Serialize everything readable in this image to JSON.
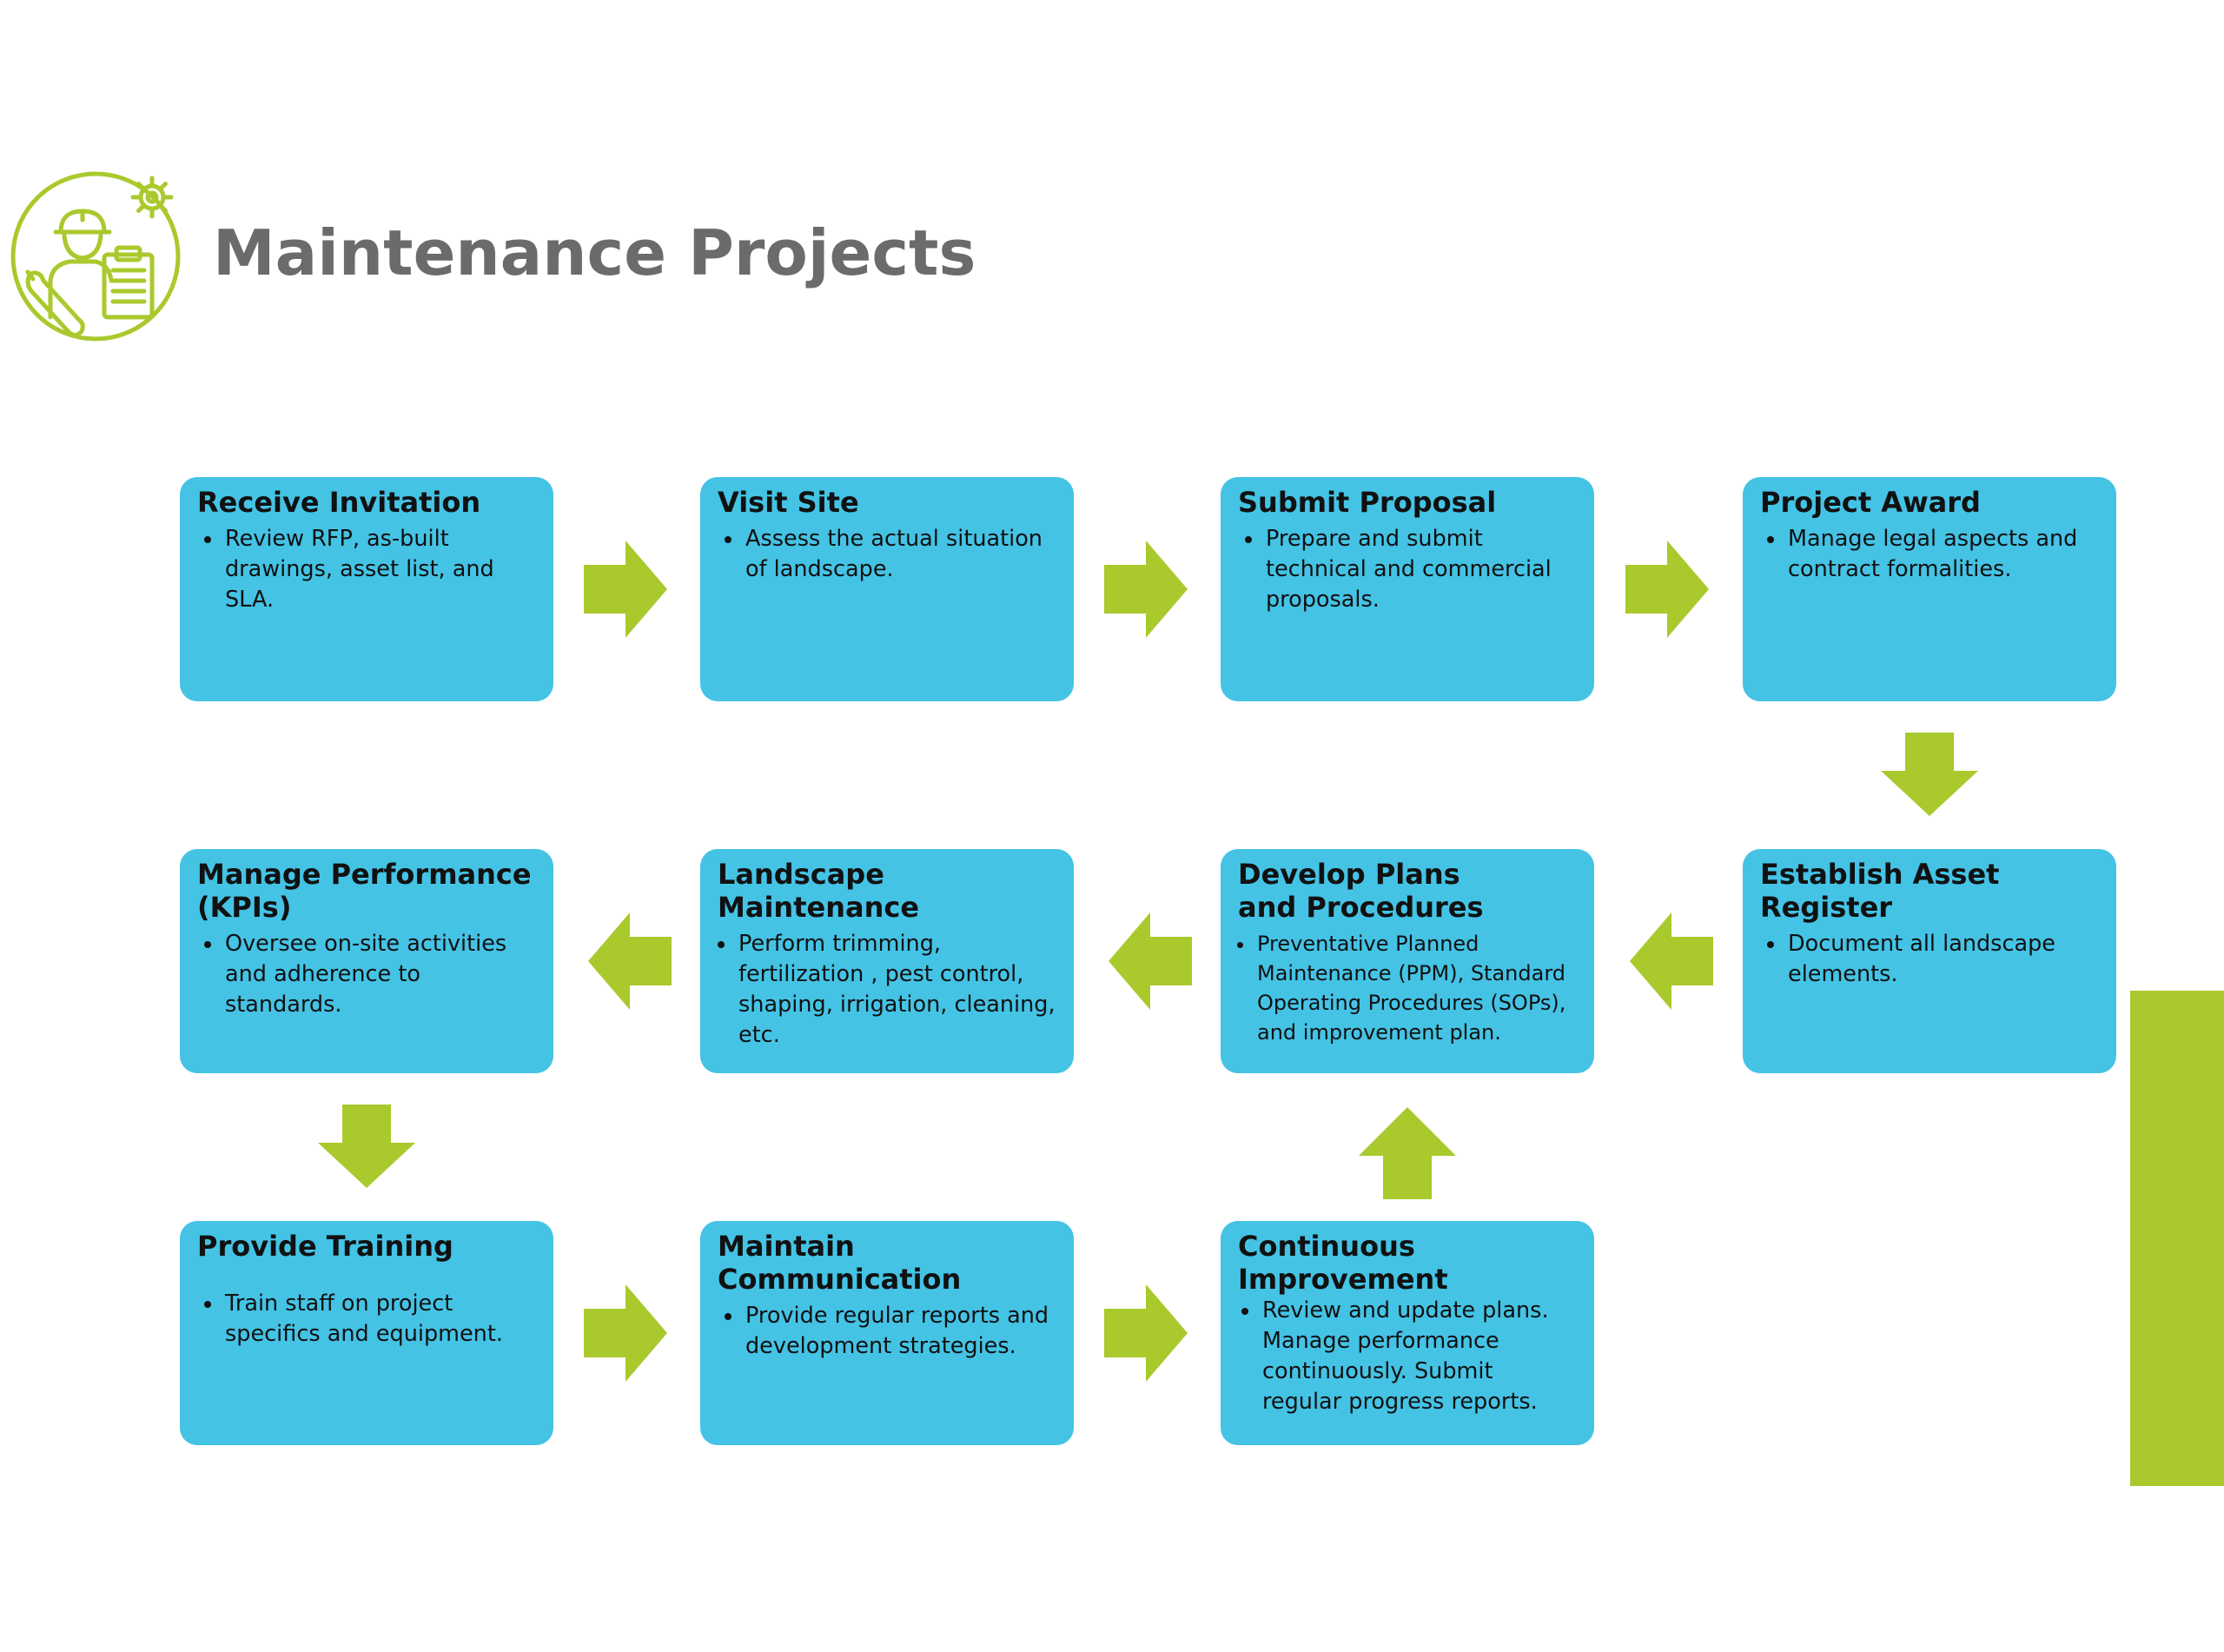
{
  "title": "Maintenance Projects",
  "colors": {
    "accent": "#aac92d",
    "box": "#44c3e5",
    "title": "#6b6b6b",
    "text": "#111111"
  },
  "logo": {
    "icon": "maintenance-worker-icon"
  },
  "steps": [
    {
      "title": "Receive Invitation",
      "bullet": "Review RFP, as-built drawings, asset list, and SLA."
    },
    {
      "title": "Visit Site",
      "bullet": "Assess the actual situation of landscape."
    },
    {
      "title": "Submit Proposal",
      "bullet": "Prepare and submit technical and commercial proposals."
    },
    {
      "title": "Project Award",
      "bullet": "Manage legal aspects and contract formalities."
    },
    {
      "title": "Establish Asset Register",
      "bullet": "Document all landscape elements."
    },
    {
      "title": "Develop Plans and Procedures",
      "bullet": "Preventative Planned Maintenance (PPM), Standard Operating Procedures (SOPs), and improvement plan."
    },
    {
      "title": "Landscape Maintenance",
      "bullet": "Perform trimming, fertilization , pest control, shaping, irrigation, cleaning, etc."
    },
    {
      "title": "Manage Performance (KPIs)",
      "bullet": "Oversee on-site activities and adherence to standards."
    },
    {
      "title": "Provide Training",
      "bullet": "Train staff on project specifics and equipment."
    },
    {
      "title": "Maintain Communication",
      "bullet": "Provide regular reports and development strategies."
    },
    {
      "title": "Continuous Improvement",
      "bullet": "Review and update plans. Manage performance continuously. Submit regular progress reports."
    }
  ]
}
